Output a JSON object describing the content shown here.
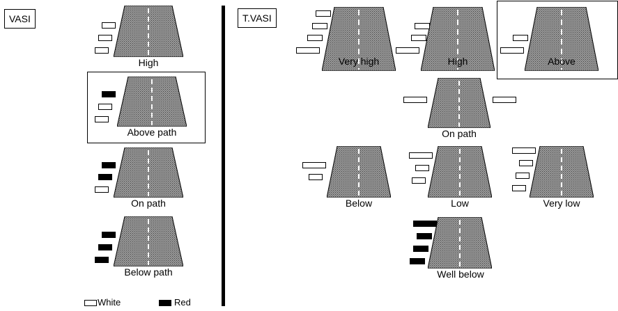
{
  "vasi": {
    "title": "VASI",
    "labels": {
      "high": "High",
      "above": "Above path",
      "on": "On path",
      "below": "Below path"
    }
  },
  "tvasi": {
    "title": "T.VASI",
    "labels": {
      "very_high": "Very high",
      "high": "High",
      "above": "Above",
      "on": "On path",
      "below": "Below",
      "low": "Low",
      "very_low": "Very low",
      "well_below": "Well below"
    }
  },
  "legend": {
    "white": "White",
    "red": "Red"
  },
  "colors": {
    "white_light": "#ffffff",
    "red_light": "#000000",
    "runway": "#8a8a8a"
  }
}
